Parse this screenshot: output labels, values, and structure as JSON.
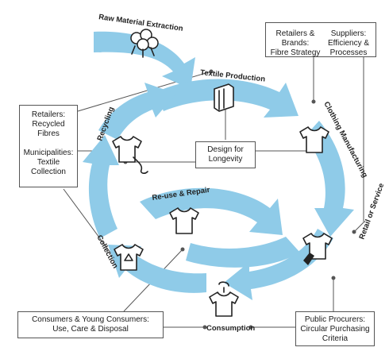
{
  "stages": {
    "raw_material": "Raw Material Extraction",
    "textile_production": "Textile Production",
    "clothing_manufacturing": "Clothing Manufacturing",
    "retail": "Retail or Service",
    "consumption": "Consumption",
    "collection": "Collection",
    "recycling": "Recycling",
    "reuse_repair": "Re-use & Repair"
  },
  "boxes": {
    "retailers_recycled": [
      "Retailers:",
      "Recycled",
      "Fibres",
      "",
      "Municipalities:",
      "Textile",
      "Collection"
    ],
    "retailers_brands": [
      "Retailers &",
      "Brands:",
      "Fibre Strategy"
    ],
    "suppliers": [
      "Suppliers:",
      "Efficiency &",
      "Processes"
    ],
    "design": [
      "Design for",
      "Longevity"
    ],
    "consumers": [
      "Consumers & Young Consumers:",
      "Use, Care & Disposal"
    ],
    "public_procurers": [
      "Public Procurers:",
      "Circular Purchasing",
      "Criteria"
    ]
  },
  "colors": {
    "arrow": "#8fcbe8",
    "outline": "#555555",
    "icon": "#222222"
  },
  "icons": [
    "cotton-icon",
    "fabric-icon",
    "tshirt-icon",
    "price-tag-icon",
    "recycle-icon",
    "hanger-icon",
    "thread-icon"
  ]
}
